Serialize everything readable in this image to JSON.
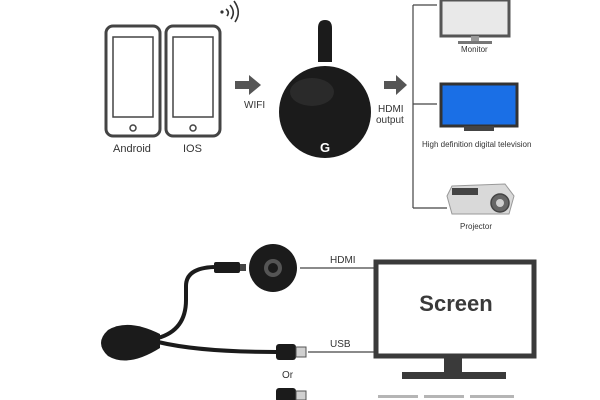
{
  "top": {
    "phones": [
      "Android",
      "IOS"
    ],
    "link_label": "WIFI",
    "output_label_line1": "HDMI",
    "output_label_line2": "output",
    "dongle_logo": "G",
    "devices": [
      "Monitor",
      "High definition digital television",
      "Projector"
    ]
  },
  "bottom": {
    "hdmi_label": "HDMI",
    "usb_label": "USB",
    "or_label": "Or",
    "screen_word": "Screen"
  },
  "colors": {
    "tv_screen": "#1a6fe6",
    "dongle_body": "#1b1b1b",
    "line": "#444444"
  }
}
